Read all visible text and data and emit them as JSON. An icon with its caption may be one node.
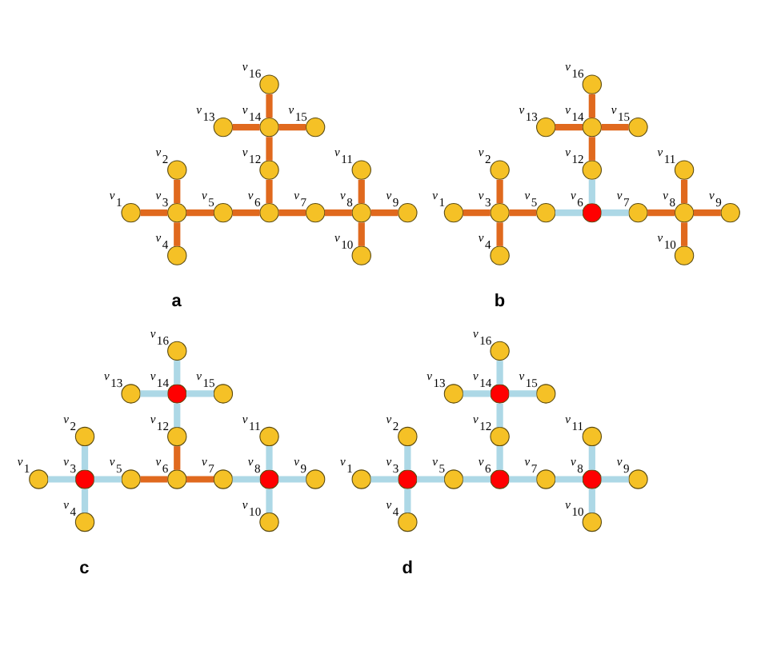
{
  "diagram": {
    "nodes": [
      {
        "text": [],
        "shape": "circle",
        "beside": [
          "v$_{1}$"
        ]
      },
      {
        "text": [],
        "shape": "circle",
        "beside": [
          "v$_{2}$"
        ]
      },
      {
        "text": [],
        "shape": "circle",
        "beside": [
          "v$_{3}$"
        ]
      },
      {
        "text": [],
        "shape": "circle",
        "beside": [
          "v$_{4}$"
        ]
      },
      {
        "text": [],
        "shape": "circle",
        "beside": [
          "v$_{5}$"
        ]
      },
      {
        "text": [],
        "shape": "circle",
        "beside": [
          "v$_{6}$"
        ]
      },
      {
        "text": [],
        "shape": "circle",
        "beside": [
          "v$_{7}$"
        ]
      },
      {
        "text": [],
        "shape": "circle",
        "beside": [
          "v$_{8}$"
        ]
      },
      {
        "text": [],
        "shape": "circle",
        "beside": [
          "v$_{9}$"
        ]
      },
      {
        "text": [],
        "shape": "circle",
        "beside": [
          "v$_{10}$"
        ]
      },
      {
        "text": [],
        "shape": "circle",
        "beside": [
          "v$_{11}$"
        ]
      },
      {
        "text": [],
        "shape": "circle",
        "beside": [
          "v$_{12}$"
        ]
      },
      {
        "text": [],
        "shape": "circle",
        "beside": [
          "v$_{13}$"
        ]
      },
      {
        "text": [],
        "shape": "circle",
        "beside": [
          "v$_{14}$"
        ]
      },
      {
        "text": [],
        "shape": "circle",
        "beside": [
          "v$_{15}$"
        ]
      },
      {
        "text": [],
        "shape": "circle",
        "beside": [
          "v$_{16}$"
        ]
      },
      {
        "text": [],
        "shape": "circle",
        "beside": [
          "v$_{1}$"
        ]
      },
      {
        "text": [],
        "shape": "circle",
        "beside": [
          "v$_{2}$"
        ]
      },
      {
        "text": [],
        "shape": "circle",
        "beside": [
          "v$_{3}$"
        ]
      },
      {
        "text": [],
        "shape": "circle",
        "beside": [
          "v$_{4}$"
        ]
      },
      {
        "text": [],
        "shape": "circle",
        "beside": [
          "v$_{5}$"
        ]
      },
      {
        "text": [],
        "shape": "circle",
        "beside": [
          "v$_{6}$"
        ]
      },
      {
        "text": [],
        "shape": "circle",
        "beside": [
          "v$_{7}$"
        ]
      },
      {
        "text": [],
        "shape": "circle",
        "beside": [
          "v$_{8}$"
        ]
      },
      {
        "text": [],
        "shape": "circle",
        "beside": [
          "v$_{9}$"
        ]
      },
      {
        "text": [],
        "shape": "circle",
        "beside": [
          "v$_{10}$"
        ]
      },
      {
        "text": [],
        "shape": "circle",
        "beside": [
          "v$_{11}$"
        ]
      },
      {
        "text": [],
        "shape": "circle",
        "beside": [
          "v$_{12}$"
        ]
      },
      {
        "text": [],
        "shape": "circle",
        "beside": [
          "v$_{13}$"
        ]
      },
      {
        "text": [],
        "shape": "circle",
        "beside": [
          "v$_{14}$"
        ]
      },
      {
        "text": [],
        "shape": "circle",
        "beside": [
          "v$_{15}$"
        ]
      },
      {
        "text": [],
        "shape": "circle",
        "beside": [
          "v$_{16}$"
        ]
      },
      {
        "text": [],
        "shape": "circle",
        "beside": [
          "v$_{1}$"
        ]
      },
      {
        "text": [],
        "shape": "circle",
        "beside": [
          "v$_{2}$"
        ]
      },
      {
        "text": [],
        "shape": "circle",
        "beside": [
          "v$_{3}$"
        ]
      },
      {
        "text": [],
        "shape": "circle",
        "beside": [
          "v$_{4}$"
        ]
      },
      {
        "text": [],
        "shape": "circle",
        "beside": [
          "v$_{5}$"
        ]
      },
      {
        "text": [],
        "shape": "circle",
        "beside": [
          "v$_{6}$"
        ]
      },
      {
        "text": [],
        "shape": "circle",
        "beside": [
          "v$_{7}$"
        ]
      },
      {
        "text": [],
        "shape": "circle",
        "beside": [
          "v$_{8}$"
        ]
      },
      {
        "text": [],
        "shape": "circle",
        "beside": [
          "v$_{9}$"
        ]
      },
      {
        "text": [],
        "shape": "circle",
        "beside": [
          "v$_{10}$"
        ]
      },
      {
        "text": [],
        "shape": "circle",
        "beside": [
          "v$_{11}$"
        ]
      },
      {
        "text": [],
        "shape": "circle",
        "beside": [
          "v$_{12}$"
        ]
      },
      {
        "text": [],
        "shape": "circle",
        "beside": [
          "v$_{13}$"
        ]
      },
      {
        "text": [],
        "shape": "circle",
        "beside": [
          "v$_{14}$"
        ]
      },
      {
        "text": [],
        "shape": "circle",
        "beside": [
          "v$_{15}$"
        ]
      },
      {
        "text": [],
        "shape": "circle",
        "beside": [
          "v$_{16}$"
        ]
      },
      {
        "text": [],
        "shape": "circle",
        "beside": [
          "v$_{1}$"
        ]
      },
      {
        "text": [],
        "shape": "circle",
        "beside": [
          "v$_{2}$"
        ]
      },
      {
        "text": [],
        "shape": "circle",
        "beside": [
          "v$_{3}$"
        ]
      },
      {
        "text": [],
        "shape": "circle",
        "beside": [
          "v$_{4}$"
        ]
      },
      {
        "text": [],
        "shape": "circle",
        "beside": [
          "v$_{5}$"
        ]
      },
      {
        "text": [],
        "shape": "circle",
        "beside": [
          "v$_{6}$"
        ]
      },
      {
        "text": [],
        "shape": "circle",
        "beside": [
          "v$_{7}$"
        ]
      },
      {
        "text": [],
        "shape": "circle",
        "beside": [
          "v$_{8}$"
        ]
      },
      {
        "text": [],
        "shape": "circle",
        "beside": [
          "v$_{9}$"
        ]
      },
      {
        "text": [],
        "shape": "circle",
        "beside": [
          "v$_{10}$"
        ]
      },
      {
        "text": [],
        "shape": "circle",
        "beside": [
          "v$_{11}$"
        ]
      },
      {
        "text": [],
        "shape": "circle",
        "beside": [
          "v$_{12}$"
        ]
      },
      {
        "text": [],
        "shape": "circle",
        "beside": [
          "v$_{13}$"
        ]
      },
      {
        "text": [],
        "shape": "circle",
        "beside": [
          "v$_{14}$"
        ]
      },
      {
        "text": [],
        "shape": "circle",
        "beside": [
          "v$_{15}$"
        ]
      },
      {
        "text": [],
        "shape": "circle",
        "beside": [
          "v$_{16}$"
        ]
      }
    ],
    "edges": [
      {
        "from": 0,
        "to": 2,
        "arrow": "none"
      },
      {
        "from": 1,
        "to": 2,
        "arrow": "none"
      },
      {
        "from": 2,
        "to": 3,
        "arrow": "none"
      },
      {
        "from": 2,
        "to": 4,
        "arrow": "none"
      },
      {
        "from": 4,
        "to": 5,
        "arrow": "none"
      },
      {
        "from": 5,
        "to": 6,
        "arrow": "none"
      },
      {
        "from": 6,
        "to": 7,
        "arrow": "none"
      },
      {
        "from": 7,
        "to": 8,
        "arrow": "none"
      },
      {
        "from": 10,
        "to": 7,
        "arrow": "none"
      },
      {
        "from": 7,
        "to": 9,
        "arrow": "none"
      },
      {
        "from": 11,
        "to": 5,
        "arrow": "none"
      },
      {
        "from": 13,
        "to": 11,
        "arrow": "none"
      },
      {
        "from": 12,
        "to": 13,
        "arrow": "none"
      },
      {
        "from": 13,
        "to": 14,
        "arrow": "none"
      },
      {
        "from": 15,
        "to": 13,
        "arrow": "none"
      },
      {
        "from": 16,
        "to": 18,
        "arrow": "none"
      },
      {
        "from": 17,
        "to": 18,
        "arrow": "none"
      },
      {
        "from": 18,
        "to": 19,
        "arrow": "none"
      },
      {
        "from": 18,
        "to": 20,
        "arrow": "none"
      },
      {
        "from": 20,
        "to": 21,
        "arrow": "none",
        "color": "#add8e6"
      },
      {
        "from": 21,
        "to": 22,
        "arrow": "none",
        "color": "#add8e6"
      },
      {
        "from": 22,
        "to": 23,
        "arrow": "none"
      },
      {
        "from": 23,
        "to": 24,
        "arrow": "none"
      },
      {
        "from": 26,
        "to": 23,
        "arrow": "none"
      },
      {
        "from": 23,
        "to": 25,
        "arrow": "none"
      },
      {
        "from": 27,
        "to": 21,
        "arrow": "none",
        "color": "#add8e6"
      },
      {
        "from": 29,
        "to": 27,
        "arrow": "none"
      },
      {
        "from": 28,
        "to": 29,
        "arrow": "none"
      },
      {
        "from": 29,
        "to": 30,
        "arrow": "none"
      },
      {
        "from": 31,
        "to": 29,
        "arrow": "none"
      },
      {
        "from": 32,
        "to": 34,
        "arrow": "none",
        "color": "#add8e6"
      },
      {
        "from": 33,
        "to": 34,
        "arrow": "none",
        "color": "#add8e6"
      },
      {
        "from": 34,
        "to": 35,
        "arrow": "none",
        "color": "#add8e6"
      },
      {
        "from": 34,
        "to": 36,
        "arrow": "none",
        "color": "#add8e6"
      },
      {
        "from": 36,
        "to": 37,
        "arrow": "none"
      },
      {
        "from": 37,
        "to": 38,
        "arrow": "none"
      },
      {
        "from": 38,
        "to": 39,
        "arrow": "none",
        "color": "#add8e6"
      },
      {
        "from": 39,
        "to": 40,
        "arrow": "none",
        "color": "#add8e6"
      },
      {
        "from": 42,
        "to": 39,
        "arrow": "none",
        "color": "#add8e6"
      },
      {
        "from": 39,
        "to": 41,
        "arrow": "none",
        "color": "#add8e6"
      },
      {
        "from": 43,
        "to": 37,
        "arrow": "none"
      },
      {
        "from": 45,
        "to": 43,
        "arrow": "none",
        "color": "#add8e6"
      },
      {
        "from": 44,
        "to": 45,
        "arrow": "none",
        "color": "#add8e6"
      },
      {
        "from": 45,
        "to": 46,
        "arrow": "none",
        "color": "#add8e6"
      },
      {
        "from": 47,
        "to": 45,
        "arrow": "none",
        "color": "#add8e6"
      },
      {
        "from": 48,
        "to": 50,
        "arrow": "none",
        "color": "#add8e6"
      },
      {
        "from": 49,
        "to": 50,
        "arrow": "none",
        "color": "#add8e6"
      },
      {
        "from": 50,
        "to": 51,
        "arrow": "none",
        "color": "#add8e6"
      },
      {
        "from": 50,
        "to": 52,
        "arrow": "none",
        "color": "#add8e6"
      },
      {
        "from": 52,
        "to": 53,
        "arrow": "none",
        "color": "#add8e6"
      },
      {
        "from": 53,
        "to": 54,
        "arrow": "none",
        "color": "#add8e6"
      },
      {
        "from": 54,
        "to": 55,
        "arrow": "none",
        "color": "#add8e6"
      },
      {
        "from": 55,
        "to": 56,
        "arrow": "none",
        "color": "#add8e6"
      },
      {
        "from": 58,
        "to": 55,
        "arrow": "none",
        "color": "#add8e6"
      },
      {
        "from": 55,
        "to": 57,
        "arrow": "none",
        "color": "#add8e6"
      },
      {
        "from": 59,
        "to": 53,
        "arrow": "none",
        "color": "#add8e6"
      },
      {
        "from": 61,
        "to": 59,
        "arrow": "none",
        "color": "#add8e6"
      },
      {
        "from": 60,
        "to": 61,
        "arrow": "none",
        "color": "#add8e6"
      },
      {
        "from": 61,
        "to": 62,
        "arrow": "none",
        "color": "#add8e6"
      },
      {
        "from": 63,
        "to": 61,
        "arrow": "none",
        "color": "#add8e6"
      }
    ],
    "labels": [
      "a",
      "b",
      "c",
      "d"
    ]
  }
}
